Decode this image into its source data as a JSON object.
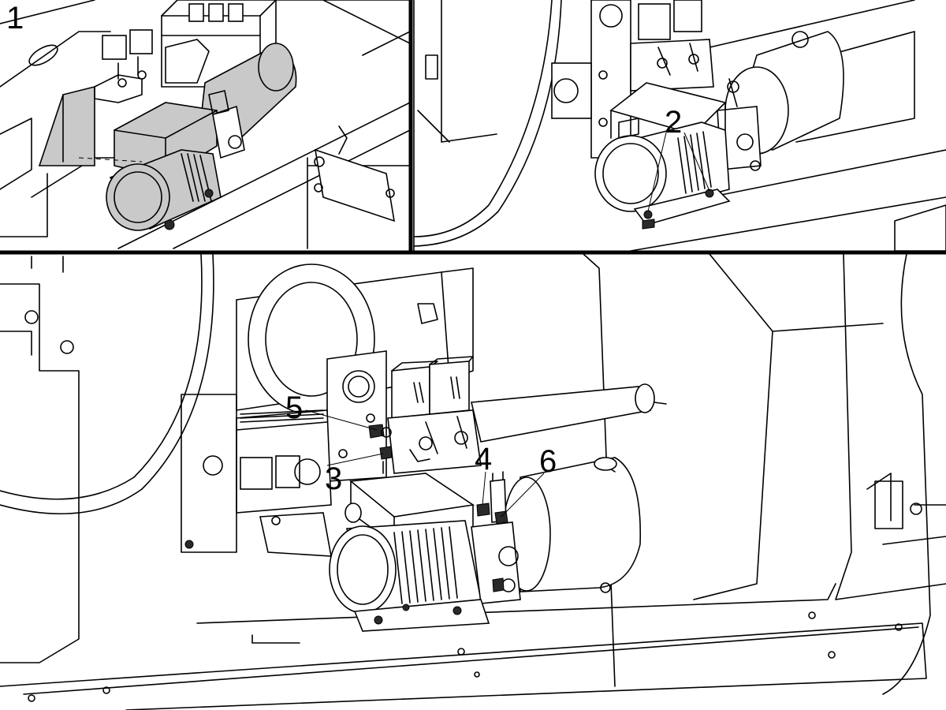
{
  "callouts": {
    "panel_1_label": "1",
    "item_2": "2",
    "item_3": "3",
    "item_4": "4",
    "item_5": "5",
    "item_6": "6"
  },
  "colors": {
    "line": "#000000",
    "shade": "#c9c9c9",
    "background": "#ffffff"
  }
}
